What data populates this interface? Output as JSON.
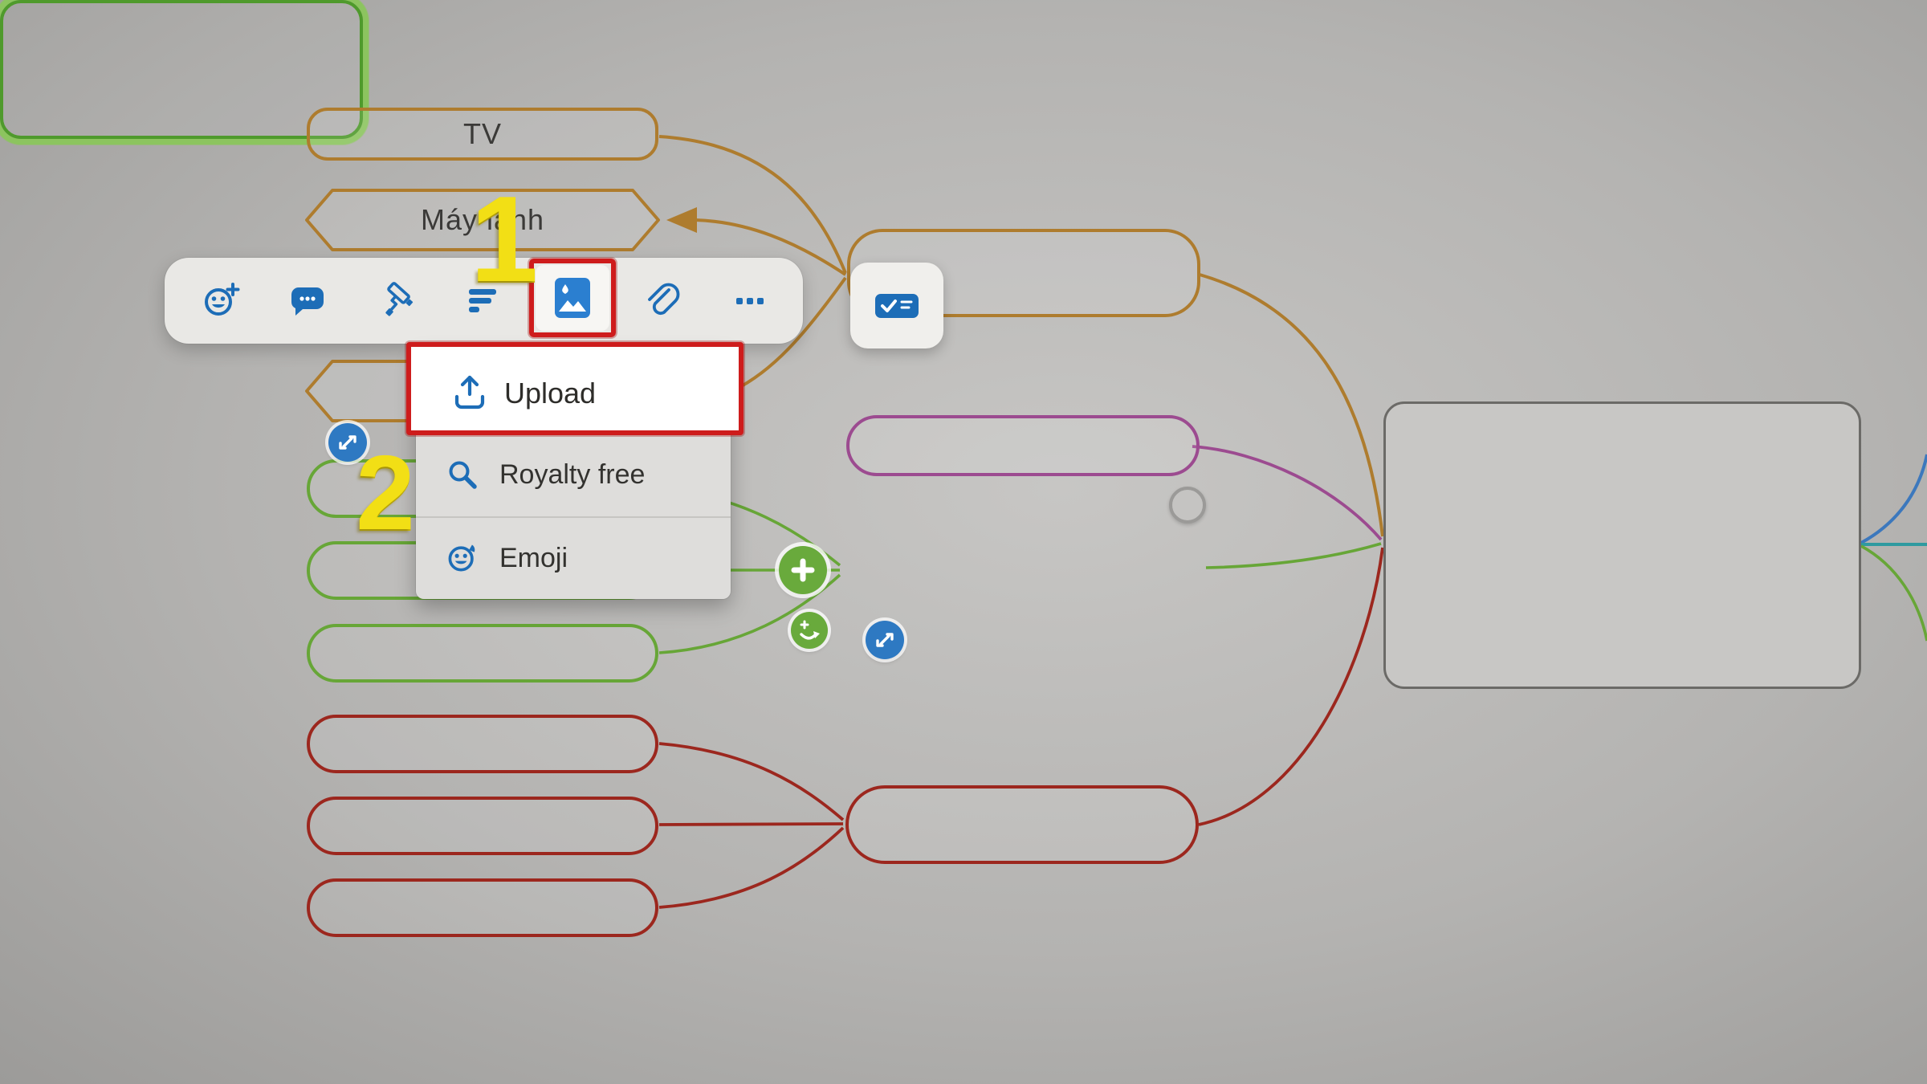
{
  "canvas": {
    "type": "mind-map editor"
  },
  "colors": {
    "icon_blue": "#1d6db7",
    "highlight_red": "#ce1c1c",
    "branch_orange": "#ae7c2e",
    "branch_green": "#67a637",
    "branch_dark_red": "#9c271e",
    "branch_purple": "#9c4b90",
    "branch_teal": "#2f9aa0",
    "branch_blue": "#3c78bd",
    "selection_green": "#8cc45f",
    "step_yellow": "#f2df15"
  },
  "nodes": {
    "tv": {
      "label": "TV"
    },
    "may_lanh": {
      "label": "Máy lạnh"
    }
  },
  "toolbar": {
    "icons": [
      "emoji-add",
      "comments",
      "format-paint",
      "outline-align",
      "image",
      "attachment",
      "more"
    ]
  },
  "context_menu": {
    "items": [
      {
        "icon": "upload",
        "label": "Upload"
      },
      {
        "icon": "search",
        "label": "Royalty free"
      },
      {
        "icon": "emoji-add",
        "label": "Emoji"
      }
    ]
  },
  "annotations": {
    "step_1": "1",
    "step_2": "2"
  }
}
